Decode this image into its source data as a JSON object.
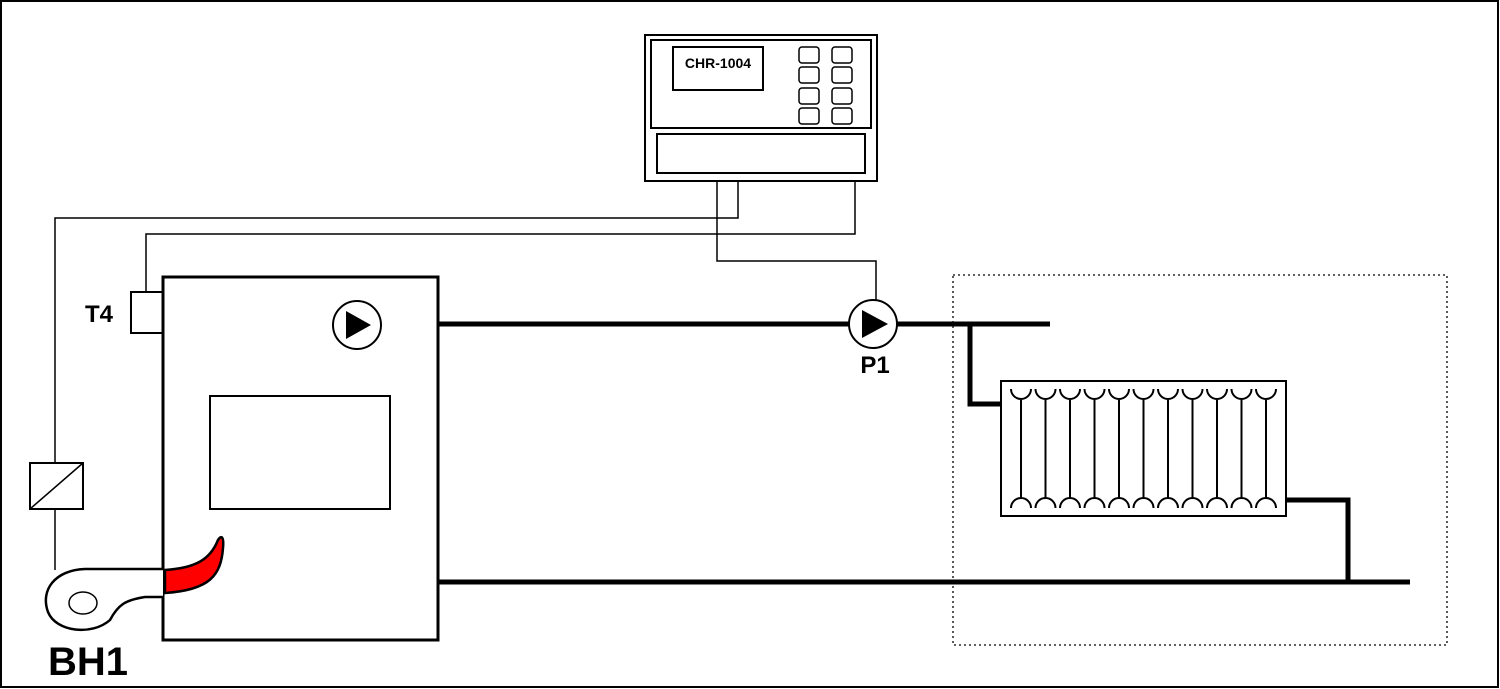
{
  "controller": {
    "model_label": "CHR-1004"
  },
  "labels": {
    "sensor": "T4",
    "pump": "P1",
    "boiler_burner": "BH1"
  },
  "colors": {
    "flame": "#ff0000",
    "line": "#000000"
  },
  "radiator": {
    "sections": 11
  }
}
